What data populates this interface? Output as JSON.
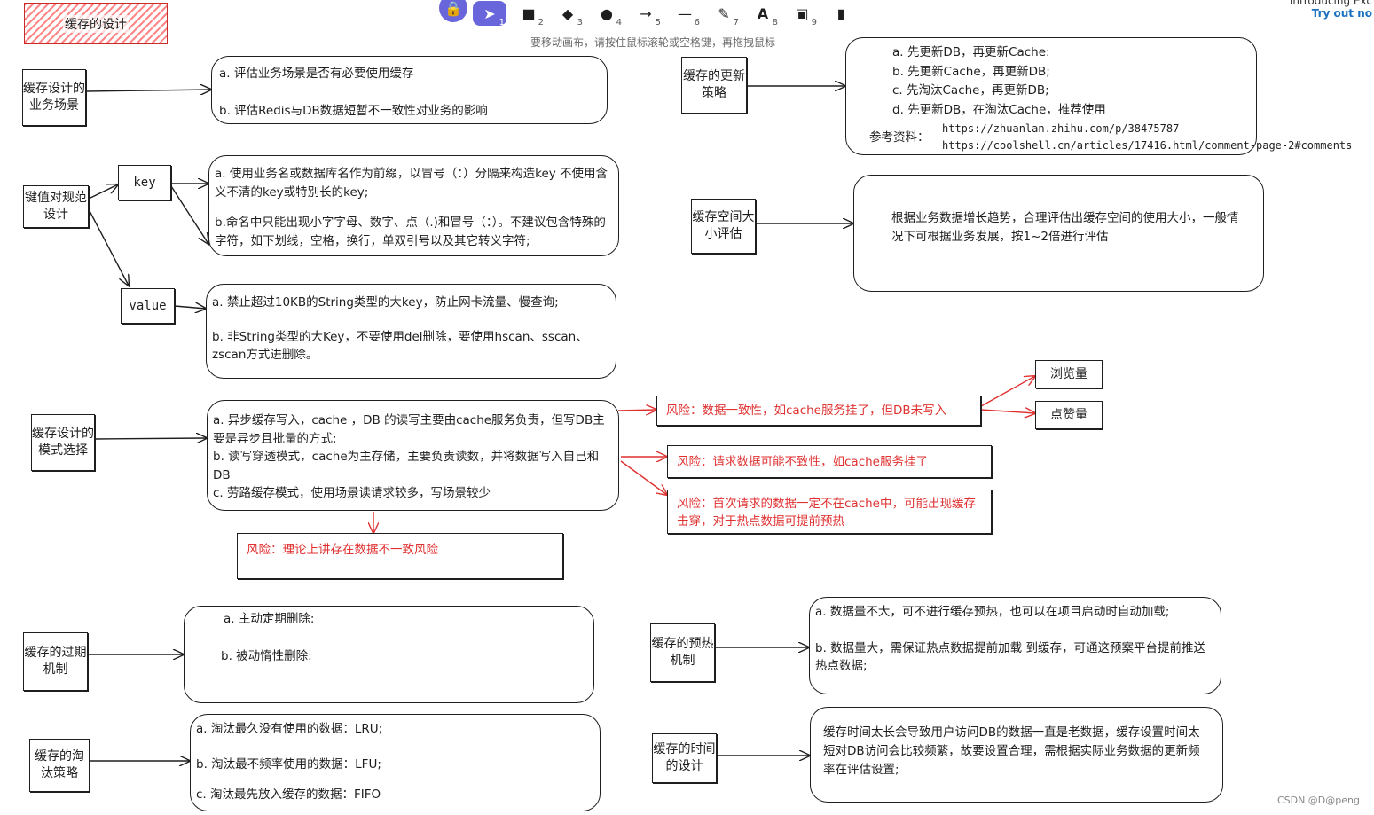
{
  "toolbar": {
    "tools": [
      {
        "name": "lock",
        "num": ""
      },
      {
        "name": "select",
        "num": "1"
      },
      {
        "name": "rectangle",
        "num": "2"
      },
      {
        "name": "diamond",
        "num": "3"
      },
      {
        "name": "ellipse",
        "num": "4"
      },
      {
        "name": "arrow",
        "num": "5"
      },
      {
        "name": "line",
        "num": "6"
      },
      {
        "name": "draw",
        "num": "7"
      },
      {
        "name": "text",
        "num": "8"
      },
      {
        "name": "image",
        "num": "9"
      },
      {
        "name": "library",
        "num": ""
      }
    ],
    "hint": "要移动画布，请按住鼠标滚轮或空格键，再拖拽鼠标"
  },
  "promo": {
    "title": "Introducing Exc",
    "link": "Try out no"
  },
  "watermark": "CSDN @D@peng",
  "title": "缓存的设计",
  "colors": {
    "stroke": "#1e1e1e",
    "risk": "#e03131",
    "accent": "#6965db",
    "hatch": "#ff8787"
  },
  "left": {
    "business": {
      "label": "缓存设计的业务场景",
      "items": [
        "a. 评估业务场景是否有必要使用缓存",
        "b. 评估Redis与DB数据短暂不一致性对业务的影响"
      ]
    },
    "key_value": {
      "label": "键值对规范设计",
      "key_label": "key",
      "value_label": "value",
      "key_items": [
        "a. 使用业务名或数据库名作为前缀，以冒号（：）分隔来构造key 不使用含义不清的key或特别长的key;",
        "b.命名中只能出现小字字母、数字、点（.)和冒号（：）。不建议包含特殊的字符，如下划线，空格，换行，单双引号以及其它转义字符;"
      ],
      "value_items": [
        "a. 禁止超过10KB的String类型的大key，防止网卡流量、慢查询;",
        "b. 非String类型的大Key，不要使用del删除，要使用hscan、sscan、zscan方式进删除。"
      ]
    },
    "pattern": {
      "label": "缓存设计的模式选择",
      "items": [
        "a. 异步缓存写入，cache ，DB 的读写主要由cache服务负责，但写DB主要是异步且批量的方式;",
        "b. 读写穿透模式，cache为主存储，主要负责读数，并将数据写入自己和DB",
        "c. 劳路缓存模式，使用场景读请求较多，写场景较少"
      ],
      "risk_bottom": "风险：理论上讲存在数据不一致风险",
      "risk_a": "风险：数据一致性，如cache服务挂了，但DB未写入",
      "risk_b": "风险：请求数据可能不致性，如cache服务挂了",
      "risk_c": "风险：首次请求的数据一定不在cache中，可能出现缓存击穿，对于热点数据可提前预热",
      "examples": [
        "浏览量",
        "点赞量"
      ]
    },
    "expiry": {
      "label": "缓存的过期机制",
      "items": [
        "a. 主动定期删除:",
        "b. 被动惰性删除:"
      ]
    },
    "eviction": {
      "label": "缓存的淘汰策略",
      "items": [
        "a. 淘汰最久没有使用的数据：LRU;",
        "b. 淘汰最不频率使用的数据：LFU;",
        "c. 淘汰最先放入缓存的数据：FIFO"
      ]
    }
  },
  "right": {
    "update": {
      "label": "缓存的更新策略",
      "items": [
        "a. 先更新DB，再更新Cache:",
        "b. 先更新Cache，再更新DB;",
        "c. 先淘汰Cache，再更新DB;",
        "d. 先更新DB，在淘汰Cache，推荐使用"
      ],
      "ref_label": "参考资料：",
      "refs": [
        "https://zhuanlan.zhihu.com/p/38475787",
        "https://coolshell.cn/articles/17416.html/comment-page-2#comments"
      ]
    },
    "space": {
      "label": "缓存空间大小评估",
      "text": "根据业务数据增长趋势，合理评估出缓存空间的使用大小，一般情况下可根据业务发展，按1~2倍进行评估"
    },
    "preheat": {
      "label": "缓存的预热机制",
      "items": [
        "a. 数据量不大，可不进行缓存预热，也可以在项目启动时自动加载;",
        "b. 数据量大，需保证热点数据提前加载 到缓存，可通这预案平台提前推送热点数据;"
      ]
    },
    "time": {
      "label": "缓存的时间的设计",
      "text": "缓存时间太长会导致用户访问DB的数据一直是老数据，缓存设置时间太短对DB访问会比较频繁，故要设置合理，需根据实际业务数据的更新频率在评估设置;"
    }
  }
}
